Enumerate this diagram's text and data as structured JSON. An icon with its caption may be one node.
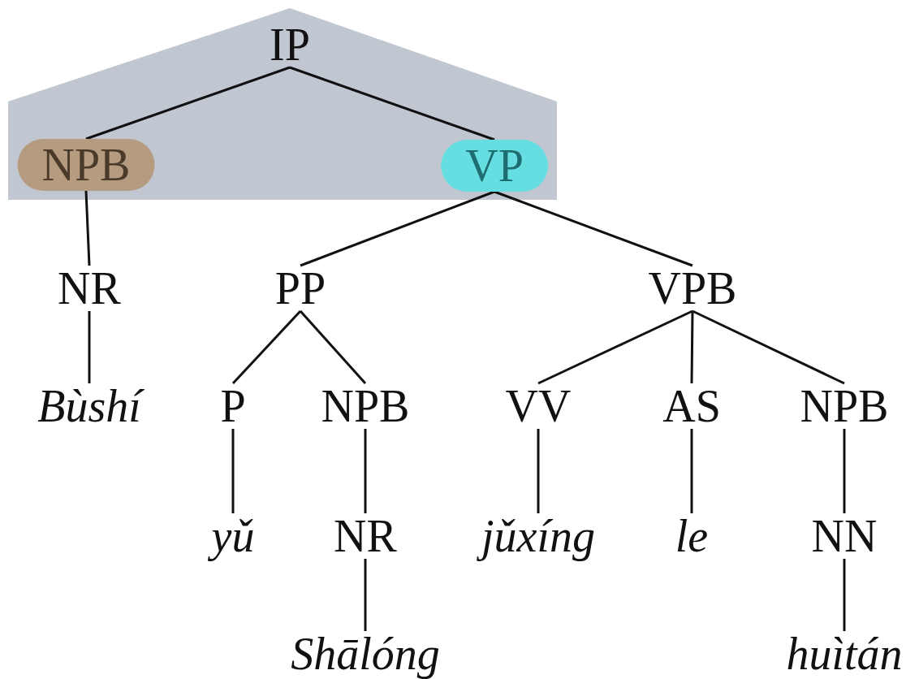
{
  "diagram": {
    "nodes": [
      {
        "text": [
          "IP"
        ]
      },
      {
        "text": [
          "NPB"
        ],
        "in": 0
      },
      {
        "text": [
          "VP"
        ],
        "in": 0
      },
      {
        "text": [
          "NR"
        ]
      },
      {
        "text": [
          "PP"
        ]
      },
      {
        "text": [
          "VPB"
        ]
      },
      {
        "text": [
          "Bùshí"
        ]
      },
      {
        "text": [
          "P"
        ]
      },
      {
        "text": [
          "NPB"
        ]
      },
      {
        "text": [
          "VV"
        ]
      },
      {
        "text": [
          "AS"
        ]
      },
      {
        "text": [
          "NPB"
        ]
      },
      {
        "text": [
          "yǔ"
        ]
      },
      {
        "text": [
          "NR"
        ]
      },
      {
        "text": [
          "jǔxíng"
        ]
      },
      {
        "text": [
          "le"
        ]
      },
      {
        "text": [
          "NN"
        ]
      },
      {
        "text": [
          "Shālóng"
        ]
      },
      {
        "text": [
          "huìtán"
        ]
      }
    ],
    "edges": [
      {
        "from": 0,
        "to": 1,
        "arrow": "none"
      },
      {
        "from": 0,
        "to": 2,
        "arrow": "none"
      },
      {
        "from": 1,
        "to": 3,
        "arrow": "none"
      },
      {
        "from": 2,
        "to": 4,
        "arrow": "none"
      },
      {
        "from": 2,
        "to": 5,
        "arrow": "none"
      },
      {
        "from": 3,
        "to": 6,
        "arrow": "none"
      },
      {
        "from": 4,
        "to": 7,
        "arrow": "none"
      },
      {
        "from": 4,
        "to": 8,
        "arrow": "none"
      },
      {
        "from": 5,
        "to": 9,
        "arrow": "none"
      },
      {
        "from": 5,
        "to": 10,
        "arrow": "none"
      },
      {
        "from": 5,
        "to": 11,
        "arrow": "none"
      },
      {
        "from": 7,
        "to": 12,
        "arrow": "none"
      },
      {
        "from": 8,
        "to": 13,
        "arrow": "none"
      },
      {
        "from": 9,
        "to": 14,
        "arrow": "none"
      },
      {
        "from": 10,
        "to": 15,
        "arrow": "none"
      },
      {
        "from": 11,
        "to": 16,
        "arrow": "none"
      },
      {
        "from": 13,
        "to": 17,
        "arrow": "none"
      },
      {
        "from": 16,
        "to": 18,
        "arrow": "none"
      }
    ]
  }
}
